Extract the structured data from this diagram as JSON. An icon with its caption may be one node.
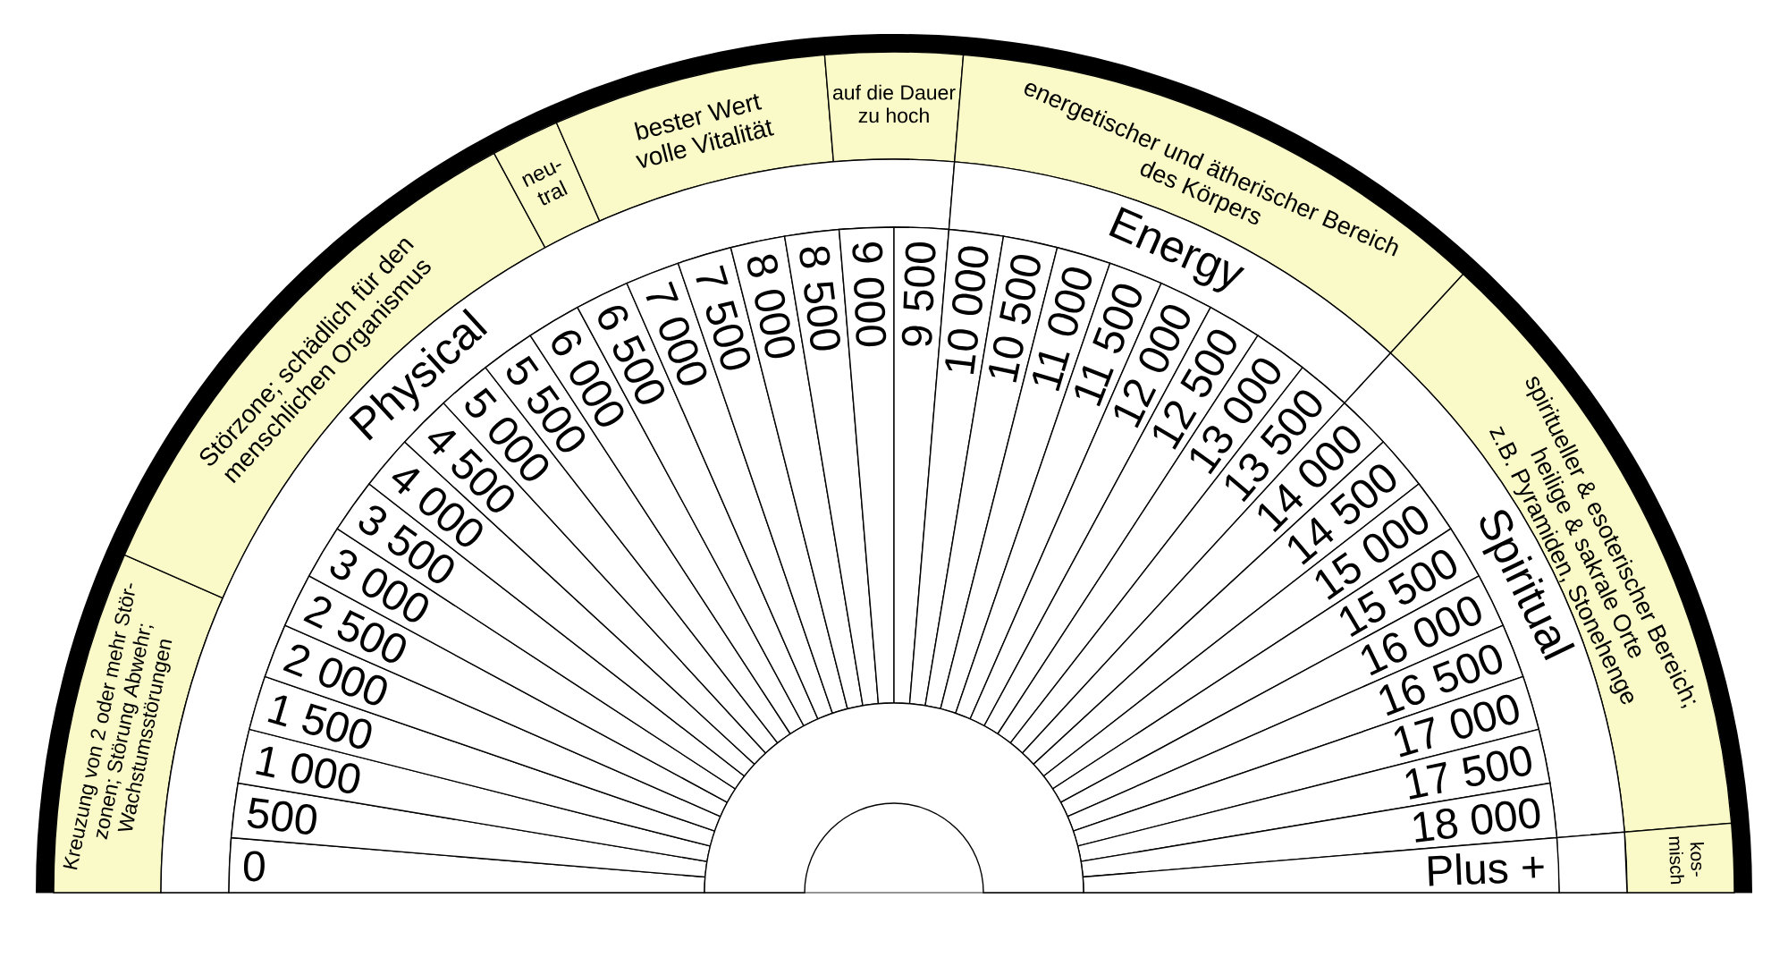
{
  "diagram": {
    "nodes": [
      {
        "text": [
          "Kreuzung von 2 oder mehr Stör- zonen; Störung Abwehr; Wachstumsstörungen"
        ]
      },
      {
        "text": [
          "Störzone; schädlich für den menschlichen Organismus"
        ]
      },
      {
        "text": [
          "neu- tral"
        ]
      },
      {
        "text": [
          "bester Wert volle Vitalität"
        ]
      },
      {
        "text": [
          "auf die Dauer zu hoch"
        ]
      },
      {
        "text": [
          "energetischer und ätherischer Bereich des Körpers"
        ]
      },
      {
        "text": [
          "spiritueller & esoterischer Bereich; heilige & sakrale Orte z.B. Pyramiden, Stonehenge"
        ]
      },
      {
        "text": [
          "kos- misch"
        ]
      },
      {
        "text": [
          "Physical"
        ]
      },
      {
        "text": [
          "Energy"
        ]
      },
      {
        "text": [
          "Spiritual"
        ]
      },
      {
        "text": [],
        "shape": "box"
      },
      {
        "text": [
          "0"
        ]
      },
      {
        "text": [
          "500"
        ]
      },
      {
        "text": [
          "1 000"
        ]
      },
      {
        "text": [
          "1 500"
        ]
      },
      {
        "text": [
          "2 000"
        ]
      },
      {
        "text": [
          "2 500"
        ]
      },
      {
        "text": [
          "3 000"
        ]
      },
      {
        "text": [
          "3 500"
        ]
      },
      {
        "text": [
          "4 000"
        ]
      },
      {
        "text": [
          "4 500"
        ]
      },
      {
        "text": [
          "5 000"
        ]
      },
      {
        "text": [
          "5 500"
        ]
      },
      {
        "text": [
          "6 000"
        ]
      },
      {
        "text": [
          "6 500"
        ]
      },
      {
        "text": [
          "7 000"
        ]
      },
      {
        "text": [
          "7 500"
        ]
      },
      {
        "text": [
          "8 000"
        ]
      },
      {
        "text": [
          "8 500"
        ]
      },
      {
        "text": [
          "9 000"
        ]
      },
      {
        "text": [
          "9 500"
        ]
      },
      {
        "text": [
          "10 000"
        ]
      },
      {
        "text": [
          "10 500"
        ]
      },
      {
        "text": [
          "11 000"
        ]
      },
      {
        "text": [
          "11 500"
        ]
      },
      {
        "text": [
          "12 000"
        ]
      },
      {
        "text": [
          "12 500"
        ]
      },
      {
        "text": [
          "13 000"
        ]
      },
      {
        "text": [
          "13 500"
        ]
      },
      {
        "text": [
          "14 000"
        ]
      },
      {
        "text": [
          "14 500"
        ]
      },
      {
        "text": [
          "15 000"
        ]
      },
      {
        "text": [
          "15 500"
        ]
      },
      {
        "text": [
          "16 000"
        ]
      },
      {
        "text": [
          "16 500"
        ]
      },
      {
        "text": [
          "17 000"
        ]
      },
      {
        "text": [
          "17 500"
        ]
      },
      {
        "text": [
          "18 000"
        ]
      },
      {
        "text": [
          "Plus +"
        ]
      },
      {
        "text": [],
        "shape": "circle"
      }
    ]
  }
}
